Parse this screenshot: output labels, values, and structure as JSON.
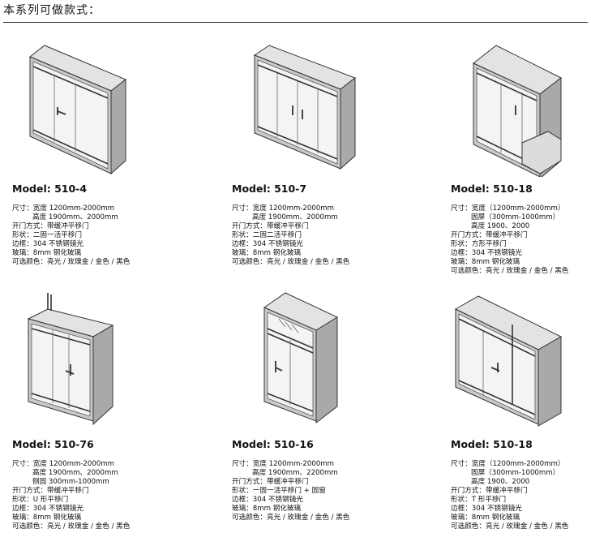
{
  "header": {
    "title": "本系列可做款式："
  },
  "cards": [
    {
      "model": "Model: 510-4",
      "specs": [
        {
          "text": "尺寸：宽度 1200mm-2000mm",
          "indent": false
        },
        {
          "text": "高度 1900mm、2000mm",
          "indent": true
        },
        {
          "text": "开门方式：带缓冲平移门",
          "indent": false
        },
        {
          "text": "形状：二固一活平移门",
          "indent": false
        },
        {
          "text": "边框：304 不锈钢镜光",
          "indent": false
        },
        {
          "text": "玻璃：8mm 钢化玻璃",
          "indent": false
        },
        {
          "text": "可选颜色：亮光 / 玫瑰金 / 金色 / 黑色",
          "indent": false
        }
      ]
    },
    {
      "model": "Model: 510-7",
      "specs": [
        {
          "text": "尺寸：宽度 1200mm-2000mm",
          "indent": false
        },
        {
          "text": "高度 1900mm、2000mm",
          "indent": true
        },
        {
          "text": "开门方式：带缓冲平移门",
          "indent": false
        },
        {
          "text": "形状：二固二活平移门",
          "indent": false
        },
        {
          "text": "边框：304 不锈钢镜光",
          "indent": false
        },
        {
          "text": "玻璃：8mm 钢化玻璃",
          "indent": false
        },
        {
          "text": "可选颜色：亮光 / 玫瑰金 / 金色 / 黑色",
          "indent": false
        }
      ]
    },
    {
      "model": "Model: 510-18",
      "specs": [
        {
          "text": "尺寸：宽度（1200mm-2000mm）",
          "indent": false
        },
        {
          "text": "固屏（300mm-1000mm）",
          "indent": true
        },
        {
          "text": "高度 1900、2000",
          "indent": true
        },
        {
          "text": "开门方式：带缓冲平移门",
          "indent": false
        },
        {
          "text": "形状：方形平移门",
          "indent": false
        },
        {
          "text": "边框：304 不锈钢镜光",
          "indent": false
        },
        {
          "text": "玻璃：8mm 钢化玻璃",
          "indent": false
        },
        {
          "text": "可选颜色：亮光 / 玫瑰金 / 金色 / 黑色",
          "indent": false
        }
      ]
    },
    {
      "model": "Model: 510-76",
      "specs": [
        {
          "text": "尺寸：宽度 1200mm-2000mm",
          "indent": false
        },
        {
          "text": "高度 1900mm、2000mm",
          "indent": true
        },
        {
          "text": "侧固 300mm-1000mm",
          "indent": true
        },
        {
          "text": "开门方式：带缓冲平移门",
          "indent": false
        },
        {
          "text": "形状：U 形平移门",
          "indent": false
        },
        {
          "text": "边框：304 不锈钢镜光",
          "indent": false
        },
        {
          "text": "玻璃：8mm 钢化玻璃",
          "indent": false
        },
        {
          "text": "可选颜色：亮光 / 玫瑰金 / 金色 / 黑色",
          "indent": false
        }
      ]
    },
    {
      "model": "Model: 510-16",
      "specs": [
        {
          "text": "尺寸：宽度 1200mm-2000mm",
          "indent": false
        },
        {
          "text": "高度 1900mm、2200mm",
          "indent": true
        },
        {
          "text": "开门方式：带缓冲平移门",
          "indent": false
        },
        {
          "text": "形状：一固一活平移门 + 固窗",
          "indent": false
        },
        {
          "text": "边框：304 不锈钢镜光",
          "indent": false
        },
        {
          "text": "玻璃：8mm 钢化玻璃",
          "indent": false
        },
        {
          "text": "可选颜色：亮光 / 玫瑰金 / 金色 / 黑色",
          "indent": false
        }
      ]
    },
    {
      "model": "Model: 510-18",
      "specs": [
        {
          "text": "尺寸：宽度（1200mm-2000mm）",
          "indent": false
        },
        {
          "text": "固屏（300mm-1000mm）",
          "indent": true
        },
        {
          "text": "高度 1900、2000",
          "indent": true
        },
        {
          "text": "开门方式：带缓冲平移门",
          "indent": false
        },
        {
          "text": "形状：T 形平移门",
          "indent": false
        },
        {
          "text": "边框：304 不锈钢镜光",
          "indent": false
        },
        {
          "text": "玻璃：8mm 钢化玻璃",
          "indent": false
        },
        {
          "text": "可选颜色：亮光 / 玫瑰金 / 金色 / 黑色",
          "indent": false
        }
      ]
    }
  ]
}
